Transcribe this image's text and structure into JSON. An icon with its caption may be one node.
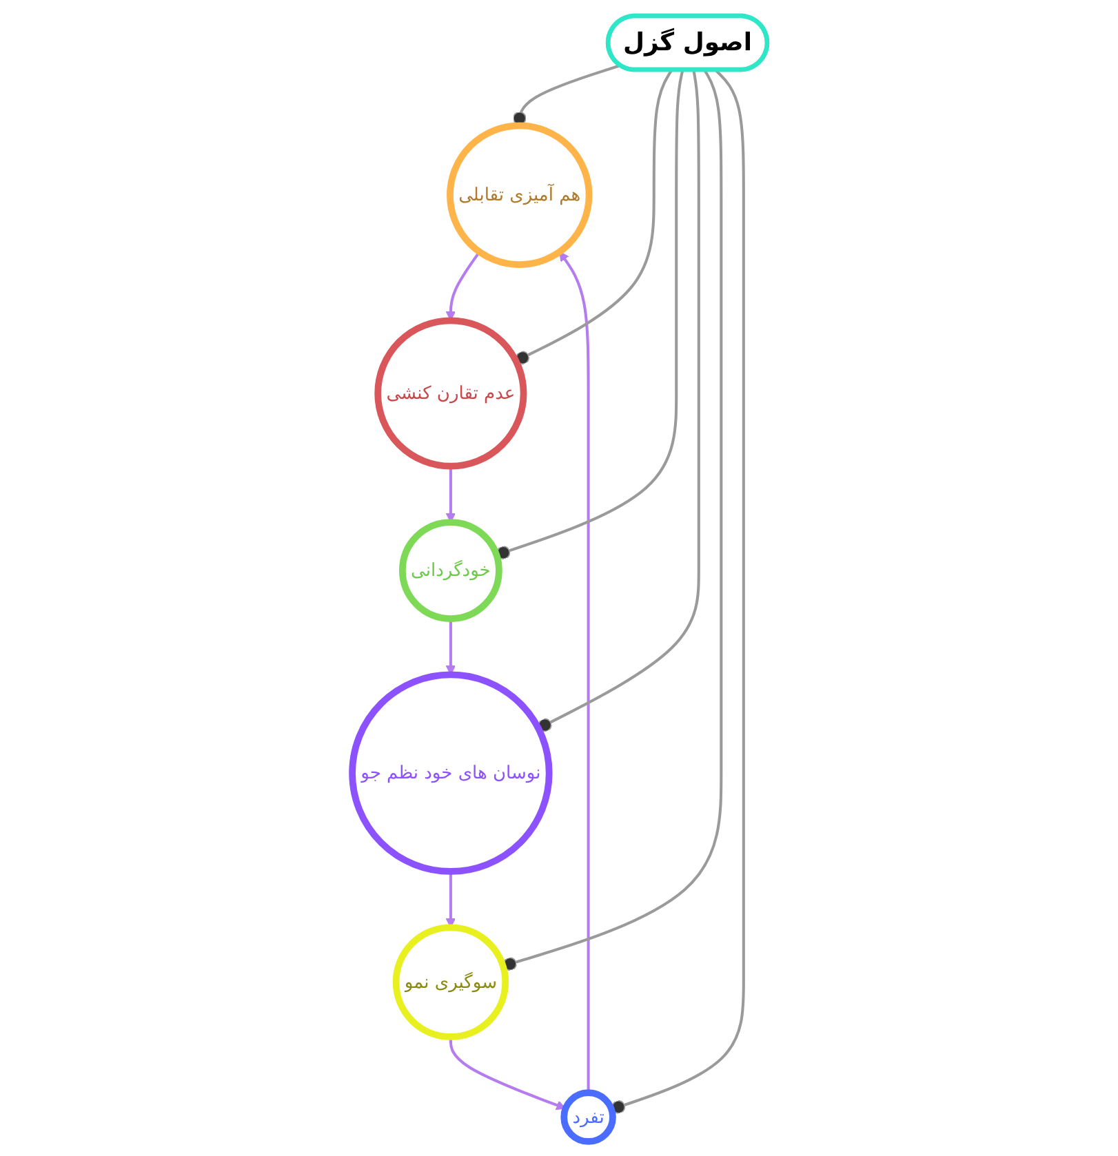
{
  "diagram": {
    "nodes": [
      {
        "text": [
          "اصول گزل"
        ]
      },
      {
        "text": [
          "هم آمیزی تقابلی"
        ]
      },
      {
        "text": [
          "عدم تقارن کنشی"
        ]
      },
      {
        "text": [
          "خودگردانی"
        ]
      },
      {
        "text": [
          "نوسان های خود نظم جو"
        ]
      },
      {
        "text": [
          "سوگیری نمو"
        ]
      },
      {
        "text": [
          "تفرد"
        ]
      }
    ],
    "edges": [
      {
        "from": 6,
        "to": 1,
        "arrow": "to",
        "color": "#b57cf0"
      },
      {
        "from": 1,
        "to": 2,
        "arrow": "to",
        "color": "#b57cf0"
      },
      {
        "from": 2,
        "to": 3,
        "arrow": "to",
        "color": "#b57cf0"
      },
      {
        "from": 3,
        "to": 4,
        "arrow": "to",
        "color": "#b57cf0"
      },
      {
        "from": 4,
        "to": 5,
        "arrow": "to",
        "color": "#b57cf0"
      },
      {
        "from": 5,
        "to": 6,
        "arrow": "to",
        "color": "#b57cf0"
      },
      {
        "from": 0,
        "to": 1,
        "arrow": "other",
        "color": "#9a9a9a"
      },
      {
        "from": 0,
        "to": 2,
        "arrow": "other",
        "color": "#9a9a9a"
      },
      {
        "from": 0,
        "to": 3,
        "arrow": "other",
        "color": "#9a9a9a"
      },
      {
        "from": 0,
        "to": 4,
        "arrow": "other",
        "color": "#9a9a9a"
      },
      {
        "from": 0,
        "to": 5,
        "arrow": "other",
        "color": "#9a9a9a"
      },
      {
        "from": 0,
        "to": 6,
        "arrow": "other",
        "color": "#9a9a9a"
      }
    ]
  }
}
